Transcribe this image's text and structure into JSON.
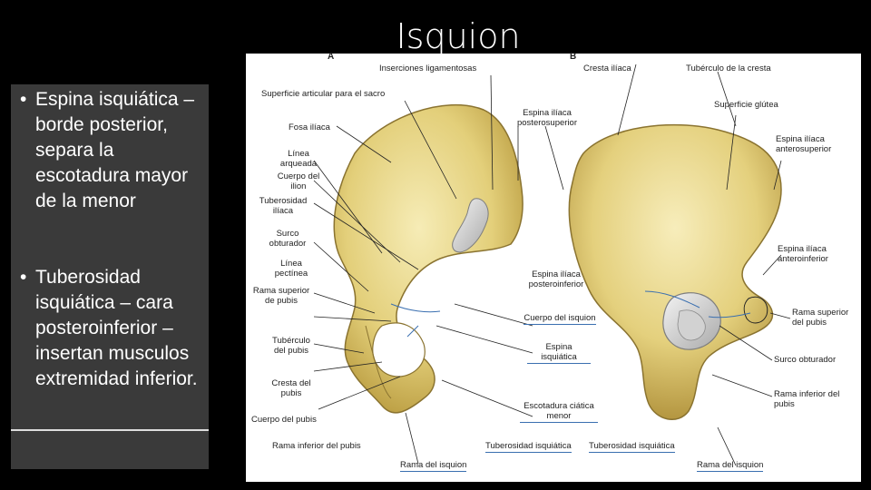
{
  "slide": {
    "title": "Isquion"
  },
  "bullets": [
    {
      "text": "Espina isquiática – borde posterior, separa la escotadura mayor de la menor"
    },
    {
      "text": "Tuberosidad isquiática – cara posteroinferior – insertan musculos extremidad inferior."
    }
  ],
  "figure": {
    "panel_a": "A",
    "panel_b": "B",
    "labels": {
      "inserciones": "Inserciones ligamentosas",
      "superficie_articular": "Superficie articular para el sacro",
      "fosa_iliaca": "Fosa ilíaca",
      "linea_arqueada": "Línea arqueada",
      "cuerpo_ilion": "Cuerpo del ilion",
      "tuberosidad_iliaca": "Tuberosidad ilíaca",
      "surco_obturador_a": "Surco obturador",
      "linea_pectinea": "Línea pectínea",
      "rama_superior_pubis_a": "Rama superior de pubis",
      "tuberculo_pubis": "Tubérculo del pubis",
      "cresta_pubis": "Cresta del pubis",
      "cuerpo_pubis": "Cuerpo del pubis",
      "rama_inferior_pubis_a": "Rama inferior del pubis",
      "rama_isquion_a": "Rama del isquion",
      "tuberosidad_isquiatica_a": "Tuberosidad isquiática",
      "espina_posterosuperior": "Espina ilíaca posterosuperior",
      "espina_posteroinferior": "Espina ilíaca posteroinferior",
      "cuerpo_isquion": "Cuerpo del isquion",
      "espina_isquiatica": "Espina isquiática",
      "escotadura_menor": "Escotadura ciática menor",
      "cresta_iliaca": "Cresta ilíaca",
      "tuberculo_cresta": "Tubérculo de la cresta",
      "superficie_glutea": "Superficie glútea",
      "espina_anterosuperior": "Espina ilíaca anterosuperior",
      "espina_anteroinferior": "Espina ilíaca anteroinferior",
      "rama_superior_pubis_b": "Rama superior del pubis",
      "surco_obturador_b": "Surco obturador",
      "rama_inferior_pubis_b": "Rama inferior del pubis",
      "tuberosidad_isquiatica_b": "Tuberosidad isquiática",
      "rama_isquion_b": "Rama del isquion"
    }
  }
}
